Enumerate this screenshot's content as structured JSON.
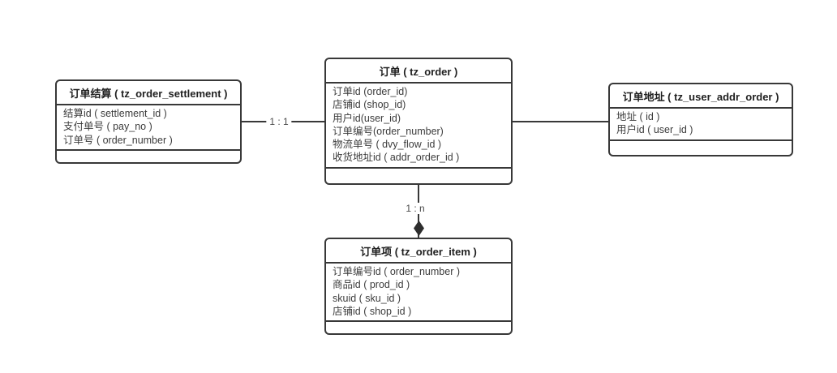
{
  "diagram": {
    "entities": {
      "settlement": {
        "title": "订单结算 ( tz_order_settlement )",
        "fields": [
          "结算id ( settlement_id )",
          "支付单号 ( pay_no )",
          "订单号 ( order_number )"
        ]
      },
      "order": {
        "title": "订单 ( tz_order )",
        "fields": [
          "订单id (order_id)",
          "店铺id (shop_id)",
          "用户id(user_id)",
          "订单编号(order_number)",
          "物流单号 ( dvy_flow_id )",
          "收货地址id ( addr_order_id )"
        ]
      },
      "address": {
        "title": "订单地址 ( tz_user_addr_order )",
        "fields": [
          "地址 ( id )",
          "用户id ( user_id )"
        ]
      },
      "item": {
        "title": "订单项 ( tz_order_item )",
        "fields": [
          "订单编号id ( order_number )",
          "商品id ( prod_id )",
          "skuid ( sku_id )",
          "店铺id ( shop_id )"
        ]
      }
    },
    "connectors": {
      "settlement_order": {
        "label": "1 : 1"
      },
      "order_item": {
        "label": "1 : n"
      }
    },
    "colors": {
      "line": "#383838",
      "header_text": "#1f1f1f",
      "field_text": "#3c3c3c",
      "background": "#ffffff"
    }
  }
}
